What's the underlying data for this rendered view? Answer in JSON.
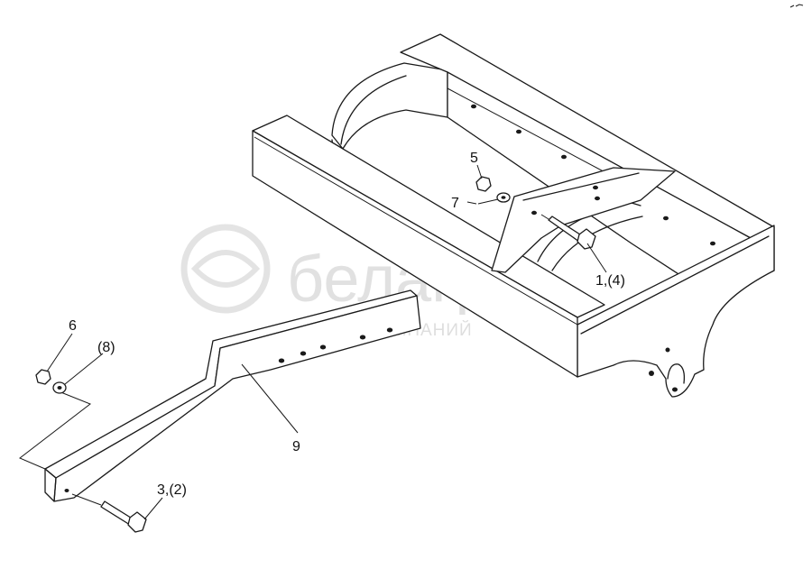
{
  "labels": {
    "part_5": "5",
    "part_7": "7",
    "part_1_4": "1,(4)",
    "part_6": "6",
    "part_8": "(8)",
    "part_9": "9",
    "part_3_2": "3,(2)"
  },
  "watermark": {
    "brand": "белагро",
    "tagline": "ГРУППА КОМПАНИЙ"
  },
  "colors": {
    "line": "#1a1a1a",
    "background": "#ffffff",
    "watermark": "#c9c9c9"
  }
}
